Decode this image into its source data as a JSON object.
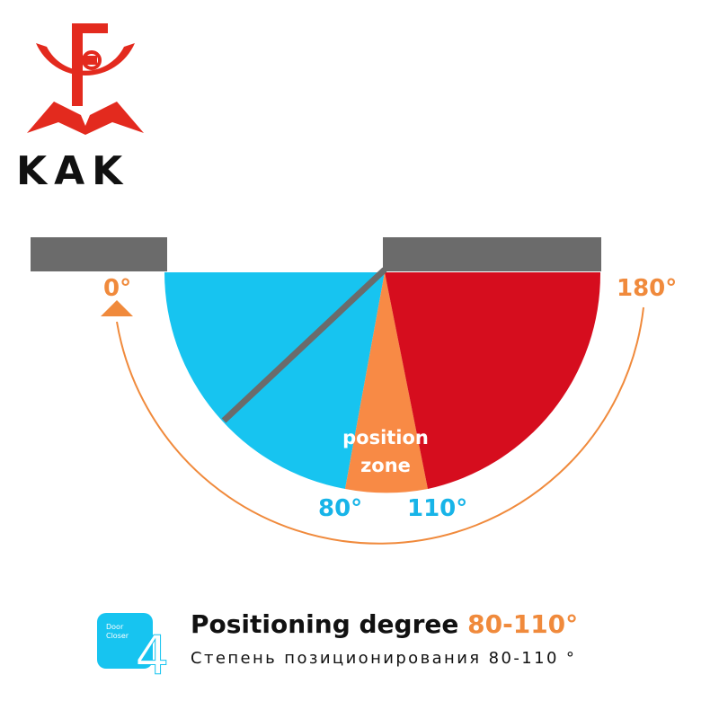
{
  "brand": {
    "name": "KAK",
    "logo_icon": "fk-crescent-logo-icon",
    "logo_color": "#e32a1e"
  },
  "diagram": {
    "angles": {
      "open": "0°",
      "zone_start": "80°",
      "zone_end": "110°",
      "closed": "180°"
    },
    "zone_label": {
      "line1": "position",
      "line2": "zone"
    },
    "colors": {
      "open_area": "#17c4f0",
      "position_zone": "#f88a45",
      "closed_area": "#d60d1e",
      "wall": "#6b6b6b",
      "arc": "#f08a3c",
      "label_orange": "#f08a3c",
      "label_blue": "#17b4e8"
    }
  },
  "feature": {
    "badge_line1": "Door",
    "badge_line2": "Closer",
    "number": "4",
    "heading": "Positioning degree",
    "range": "80-110°",
    "subtitle": "Степень позиционирования 80-110 °",
    "badge_color": "#17c4f0"
  }
}
